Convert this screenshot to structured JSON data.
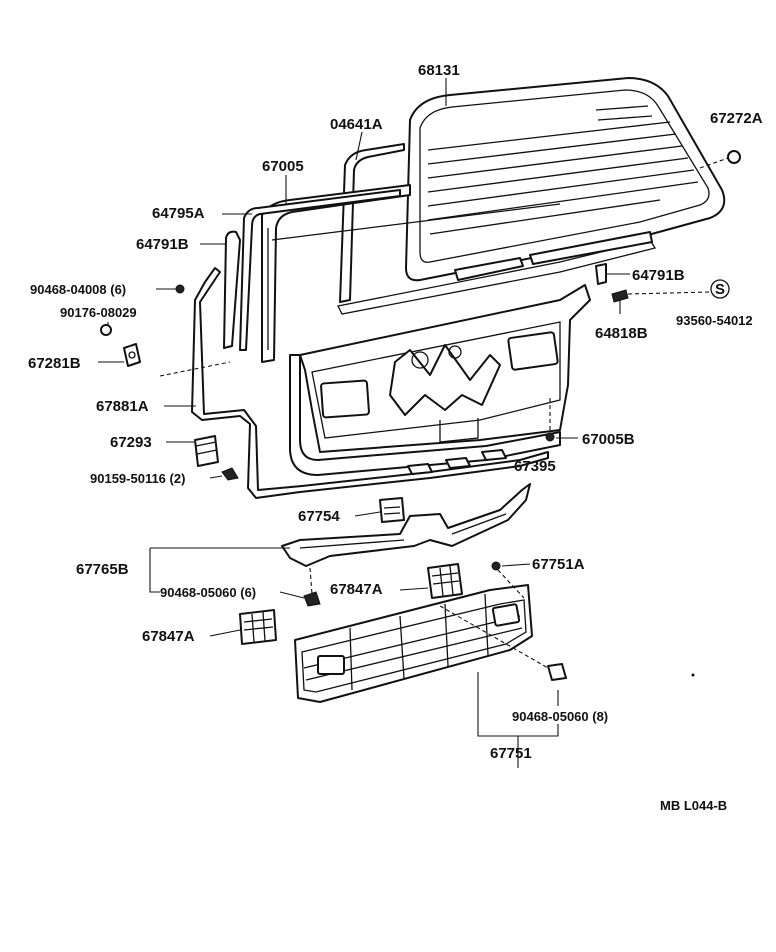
{
  "labels": {
    "p68131": "68131",
    "p04641A": "04641A",
    "p67272A": "67272A",
    "p67005": "67005",
    "p64795A": "64795A",
    "p64791B_left": "64791B",
    "p64791B_right": "64791B",
    "p90468_04008": "90468-04008 (6)",
    "p90176_08029": "90176-08029",
    "p93560_54012": "93560-54012",
    "p64818B": "64818B",
    "p67281B": "67281B",
    "p67881A": "67881A",
    "p67293": "67293",
    "p67005B": "67005B",
    "p90159_50116": "90159-50116 (2)",
    "p67395": "67395",
    "p67754": "67754",
    "p67765B": "67765B",
    "p90468_05060_6": "90468-05060 (6)",
    "p67847A_top": "67847A",
    "p67751A": "67751A",
    "p67847A_left": "67847A",
    "p90468_05060_8": "90468-05060 (8)",
    "p67751": "67751",
    "code": "MB   L044-B",
    "s_mark": "S"
  }
}
